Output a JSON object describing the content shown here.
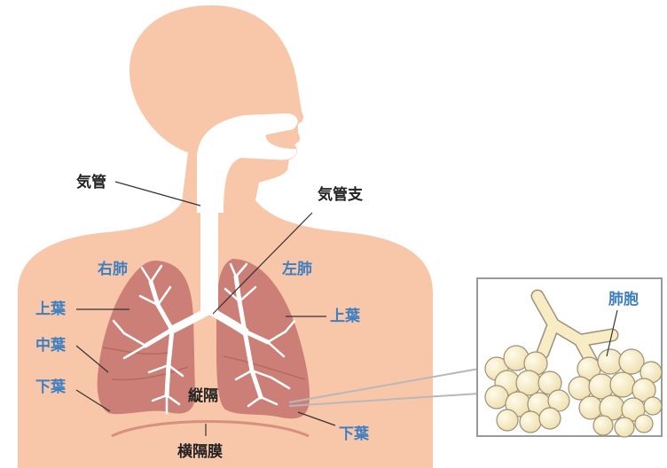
{
  "labels": {
    "trachea": "気管",
    "bronchus": "気管支",
    "right_lung": "右肺",
    "left_lung": "左肺",
    "right_upper_lobe": "上葉",
    "right_middle_lobe": "中葉",
    "right_lower_lobe": "下葉",
    "left_upper_lobe": "上葉",
    "left_lower_lobe": "下葉",
    "mediastinum": "縦隔",
    "diaphragm": "横隔膜",
    "alveoli": "肺胞"
  },
  "colors": {
    "skin": "#f8c7aa",
    "lung": "#cc7f76",
    "airway": "#ffffff",
    "label_blue": "#3d7fc1",
    "label_dark": "#222222",
    "alveoli": "#f8ecc5"
  }
}
